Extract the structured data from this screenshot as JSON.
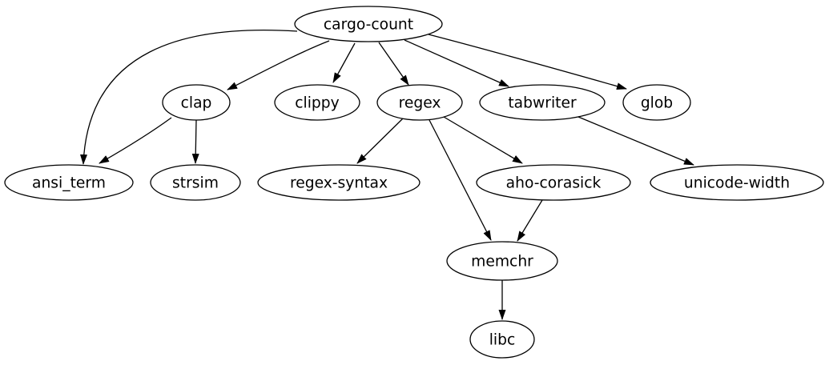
{
  "diagram": {
    "type": "dependency-graph",
    "root": "cargo-count",
    "colors": {
      "background": "#ffffff",
      "node_fill": "#ffffff",
      "node_stroke": "#000000",
      "edge": "#000000",
      "text": "#000000"
    },
    "nodes": [
      {
        "id": "cargo-count",
        "label": "cargo-count"
      },
      {
        "id": "clap",
        "label": "clap"
      },
      {
        "id": "clippy",
        "label": "clippy"
      },
      {
        "id": "regex",
        "label": "regex"
      },
      {
        "id": "tabwriter",
        "label": "tabwriter"
      },
      {
        "id": "glob",
        "label": "glob"
      },
      {
        "id": "ansi_term",
        "label": "ansi_term"
      },
      {
        "id": "strsim",
        "label": "strsim"
      },
      {
        "id": "regex-syntax",
        "label": "regex-syntax"
      },
      {
        "id": "aho-corasick",
        "label": "aho-corasick"
      },
      {
        "id": "unicode-width",
        "label": "unicode-width"
      },
      {
        "id": "memchr",
        "label": "memchr"
      },
      {
        "id": "libc",
        "label": "libc"
      }
    ],
    "edges": [
      {
        "from": "cargo-count",
        "to": "ansi_term"
      },
      {
        "from": "cargo-count",
        "to": "clap"
      },
      {
        "from": "cargo-count",
        "to": "clippy"
      },
      {
        "from": "cargo-count",
        "to": "regex"
      },
      {
        "from": "cargo-count",
        "to": "tabwriter"
      },
      {
        "from": "cargo-count",
        "to": "glob"
      },
      {
        "from": "clap",
        "to": "ansi_term"
      },
      {
        "from": "clap",
        "to": "strsim"
      },
      {
        "from": "regex",
        "to": "regex-syntax"
      },
      {
        "from": "regex",
        "to": "aho-corasick"
      },
      {
        "from": "regex",
        "to": "memchr"
      },
      {
        "from": "aho-corasick",
        "to": "memchr"
      },
      {
        "from": "tabwriter",
        "to": "unicode-width"
      },
      {
        "from": "memchr",
        "to": "libc"
      }
    ]
  }
}
